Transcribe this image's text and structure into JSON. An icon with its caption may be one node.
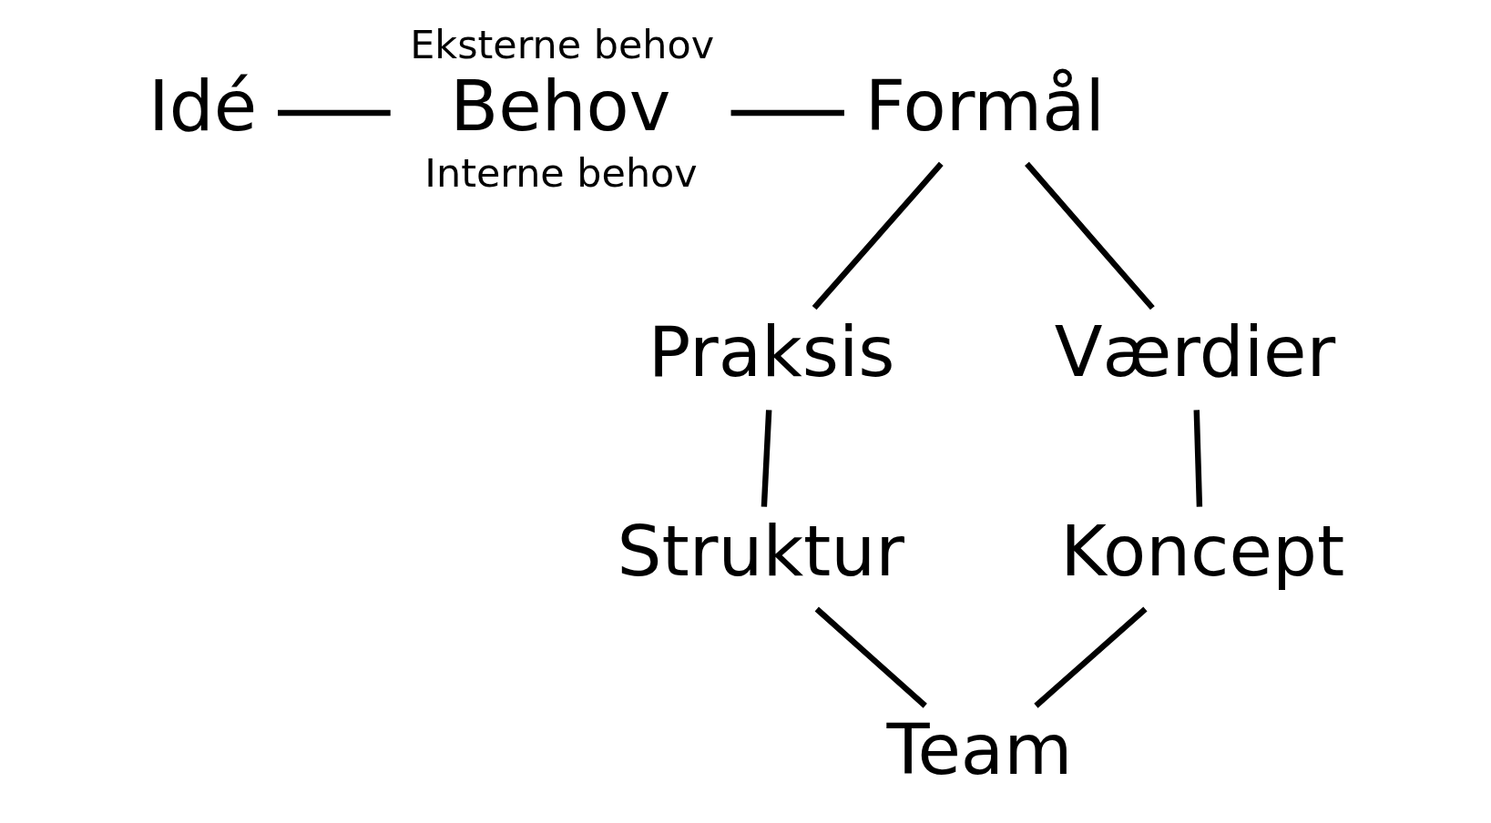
{
  "diagram": {
    "nodes": [
      {
        "text": [
          "Idé"
        ]
      },
      {
        "text": [
          "Behov"
        ],
        "beside": [
          "Eksterne behov",
          "Interne behov"
        ]
      },
      {
        "text": [
          "Formål"
        ]
      },
      {
        "text": [
          "Praksis"
        ]
      },
      {
        "text": [
          "Værdier"
        ]
      },
      {
        "text": [
          "Struktur"
        ]
      },
      {
        "text": [
          "Koncept"
        ]
      },
      {
        "text": [
          "Team"
        ]
      }
    ],
    "edges": [
      {
        "from": 0,
        "to": 1,
        "arrow": "none"
      },
      {
        "from": 1,
        "to": 2,
        "arrow": "none"
      },
      {
        "from": 2,
        "to": 3,
        "arrow": "none"
      },
      {
        "from": 2,
        "to": 4,
        "arrow": "none"
      },
      {
        "from": 3,
        "to": 5,
        "arrow": "none"
      },
      {
        "from": 4,
        "to": 6,
        "arrow": "none"
      },
      {
        "from": 5,
        "to": 7,
        "arrow": "none"
      },
      {
        "from": 6,
        "to": 7,
        "arrow": "none"
      }
    ]
  }
}
